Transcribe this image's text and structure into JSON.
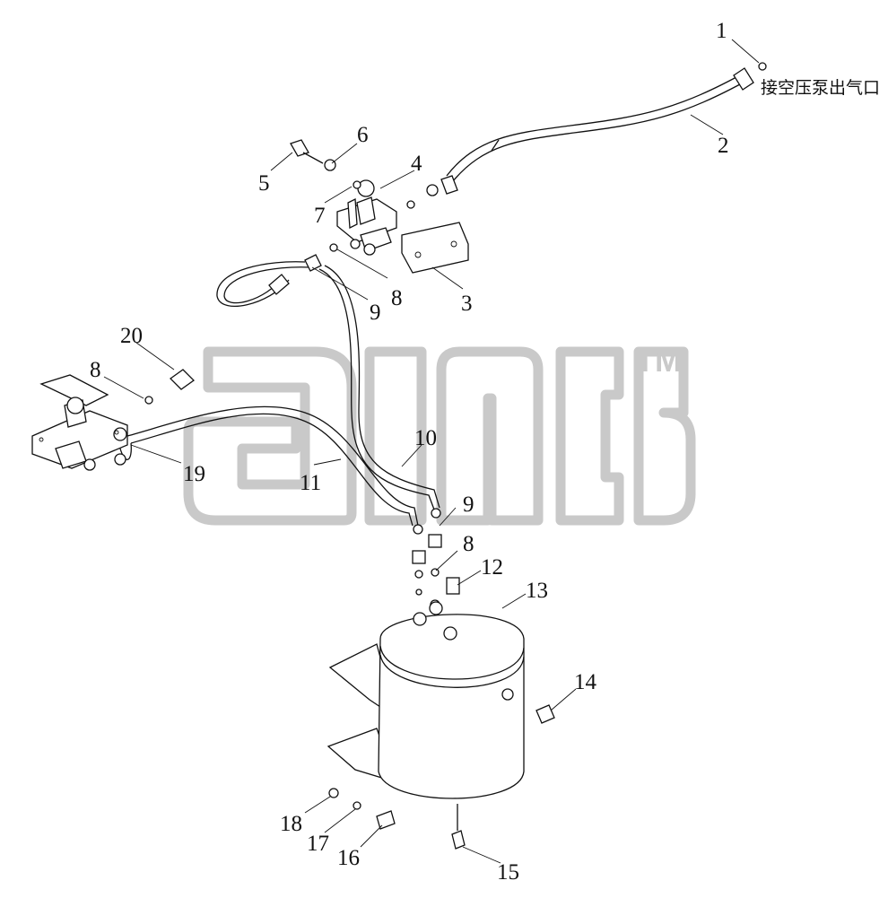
{
  "callouts": [
    "1",
    "2",
    "3",
    "4",
    "5",
    "6",
    "7",
    "8",
    "9",
    "8",
    "20",
    "8",
    "19",
    "11",
    "10",
    "9",
    "8",
    "12",
    "13",
    "14",
    "18",
    "17",
    "16",
    "15"
  ],
  "note_text": "接空压泵出气口",
  "watermark_mark": "TM",
  "colors": {
    "line": "#111111",
    "watermark": "#c9c9c9",
    "background": "#ffffff"
  }
}
